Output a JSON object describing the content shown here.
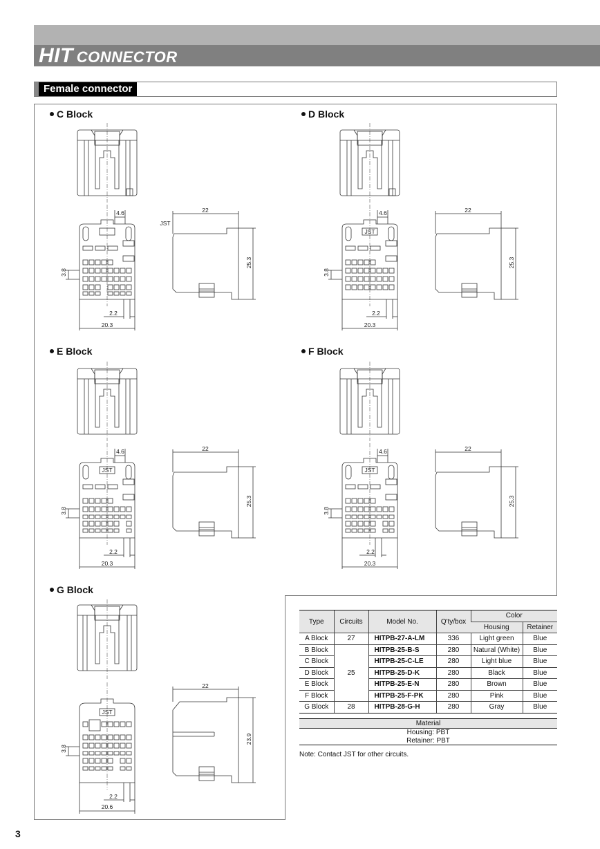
{
  "header": {
    "title_big": "HIT",
    "title_small": "CONNECTOR",
    "section_label": "Female connector"
  },
  "blocks": [
    {
      "id": "C",
      "label": "C Block",
      "dims": {
        "top_pitch": "4.6",
        "side_length": "22",
        "height": "25.3",
        "row_pitch": "3.8",
        "pin_pitch": "2.2",
        "width": "20.3"
      }
    },
    {
      "id": "D",
      "label": "D Block",
      "dims": {
        "top_pitch": "4.6",
        "side_length": "22",
        "height": "25.3",
        "row_pitch": "3.8",
        "pin_pitch": "2.2",
        "width": "20.3"
      }
    },
    {
      "id": "E",
      "label": "E Block",
      "dims": {
        "top_pitch": "4.6",
        "side_length": "22",
        "height": "25.3",
        "row_pitch": "3.8",
        "pin_pitch": "2.2",
        "width": "20.3"
      }
    },
    {
      "id": "F",
      "label": "F Block",
      "dims": {
        "top_pitch": "4.6",
        "side_length": "22",
        "height": "25.3",
        "row_pitch": "3.8",
        "pin_pitch": "2.2",
        "width": "20.3"
      }
    },
    {
      "id": "G",
      "label": "G Block",
      "dims": {
        "side_length": "22",
        "height": "23.9",
        "row_pitch": "3.8",
        "pin_pitch": "2.2",
        "width": "20.6"
      }
    }
  ],
  "jst_mark": "JST",
  "table": {
    "headers": {
      "type": "Type",
      "circuits": "Circuits",
      "model": "Model No.",
      "qty": "Q'ty/box",
      "color": "Color",
      "housing": "Housing",
      "retainer": "Retainer"
    },
    "rows": [
      {
        "type": "A Block",
        "circuits": "27",
        "model": "HITPB-27-A-LM",
        "qty": "336",
        "housing": "Light green",
        "retainer": "Blue"
      },
      {
        "type": "B Block",
        "circuits": "25",
        "model": "HITPB-25-B-S",
        "qty": "280",
        "housing": "Natural (White)",
        "retainer": "Blue"
      },
      {
        "type": "C Block",
        "circuits": "25",
        "model": "HITPB-25-C-LE",
        "qty": "280",
        "housing": "Light blue",
        "retainer": "Blue"
      },
      {
        "type": "D Block",
        "circuits": "25",
        "model": "HITPB-25-D-K",
        "qty": "280",
        "housing": "Black",
        "retainer": "Blue"
      },
      {
        "type": "E Block",
        "circuits": "25",
        "model": "HITPB-25-E-N",
        "qty": "280",
        "housing": "Brown",
        "retainer": "Blue"
      },
      {
        "type": "F Block",
        "circuits": "25",
        "model": "HITPB-25-F-PK",
        "qty": "280",
        "housing": "Pink",
        "retainer": "Blue"
      },
      {
        "type": "G Block",
        "circuits": "28",
        "model": "HITPB-28-G-H",
        "qty": "280",
        "housing": "Gray",
        "retainer": "Blue"
      }
    ],
    "merged_circuits_BtoF": "25"
  },
  "material": {
    "heading": "Material",
    "housing": "Housing: PBT",
    "retainer": "Retainer: PBT"
  },
  "note": "Note: Contact JST for other circuits.",
  "page_number": "3"
}
